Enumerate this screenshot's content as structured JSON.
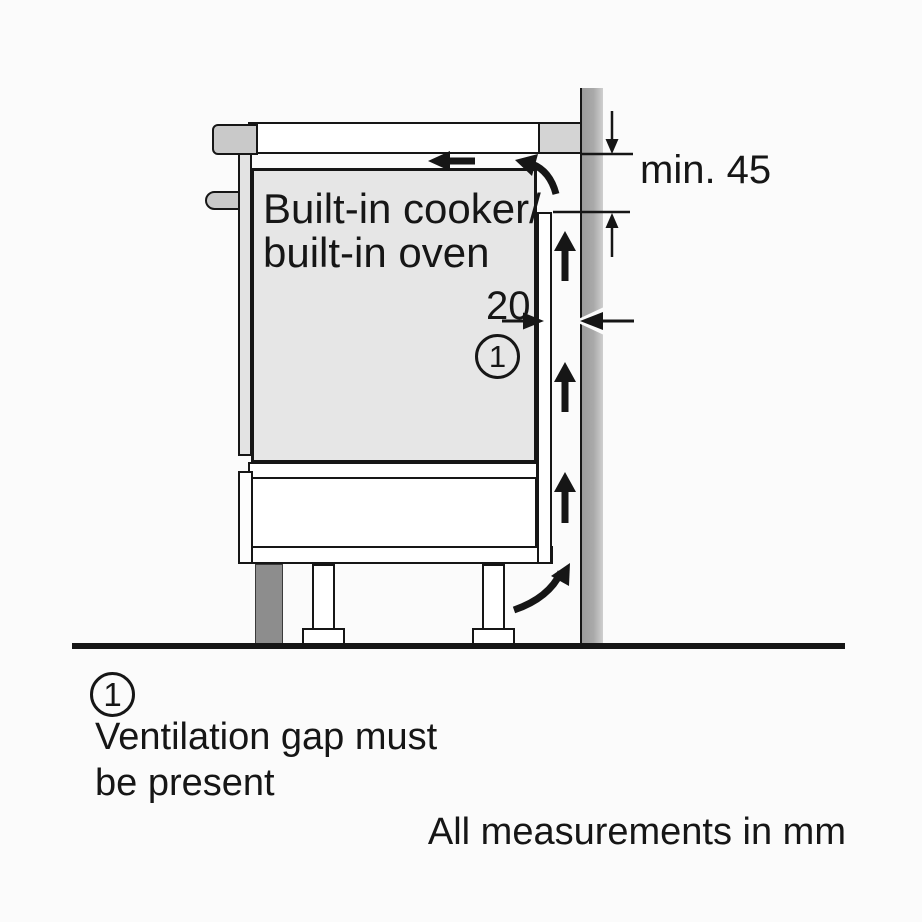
{
  "diagram": {
    "appliance_label_line1": "Built-in cooker/",
    "appliance_label_line2": "built-in oven",
    "dim_top_clearance_label": "min. 45",
    "dim_vent_gap_label": "20",
    "marker_number": "1"
  },
  "footnote": {
    "marker_number": "1",
    "text_line1": "Ventilation gap must",
    "text_line2": "be present"
  },
  "footer_note": "All measurements in mm",
  "colors": {
    "outline": "#161616",
    "appliance_fill": "#e6e6e6",
    "wall_fill": "#a9a9a9",
    "trim_fill": "#c9c9c9",
    "worktop_end_fill": "#d4d4d4",
    "plinth_fill": "#8d8d8d",
    "background": "#fbfbfb"
  }
}
